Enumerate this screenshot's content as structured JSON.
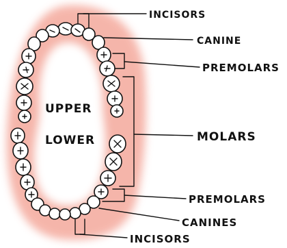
{
  "diagram": {
    "labels": {
      "upper_incisors": "INCISORS",
      "upper_canine": "CANINE",
      "upper_premolars": "PREMOLARS",
      "molars": "MOLARS",
      "lower_premolars": "PREMOLARS",
      "lower_canines": "CANINES",
      "lower_incisors": "INCISORS"
    },
    "arch_labels": {
      "upper": "UPPER",
      "lower": "LOWER"
    },
    "colors": {
      "gum": "#f4a99c",
      "ink": "#111111",
      "tooth": "#ffffff"
    }
  }
}
